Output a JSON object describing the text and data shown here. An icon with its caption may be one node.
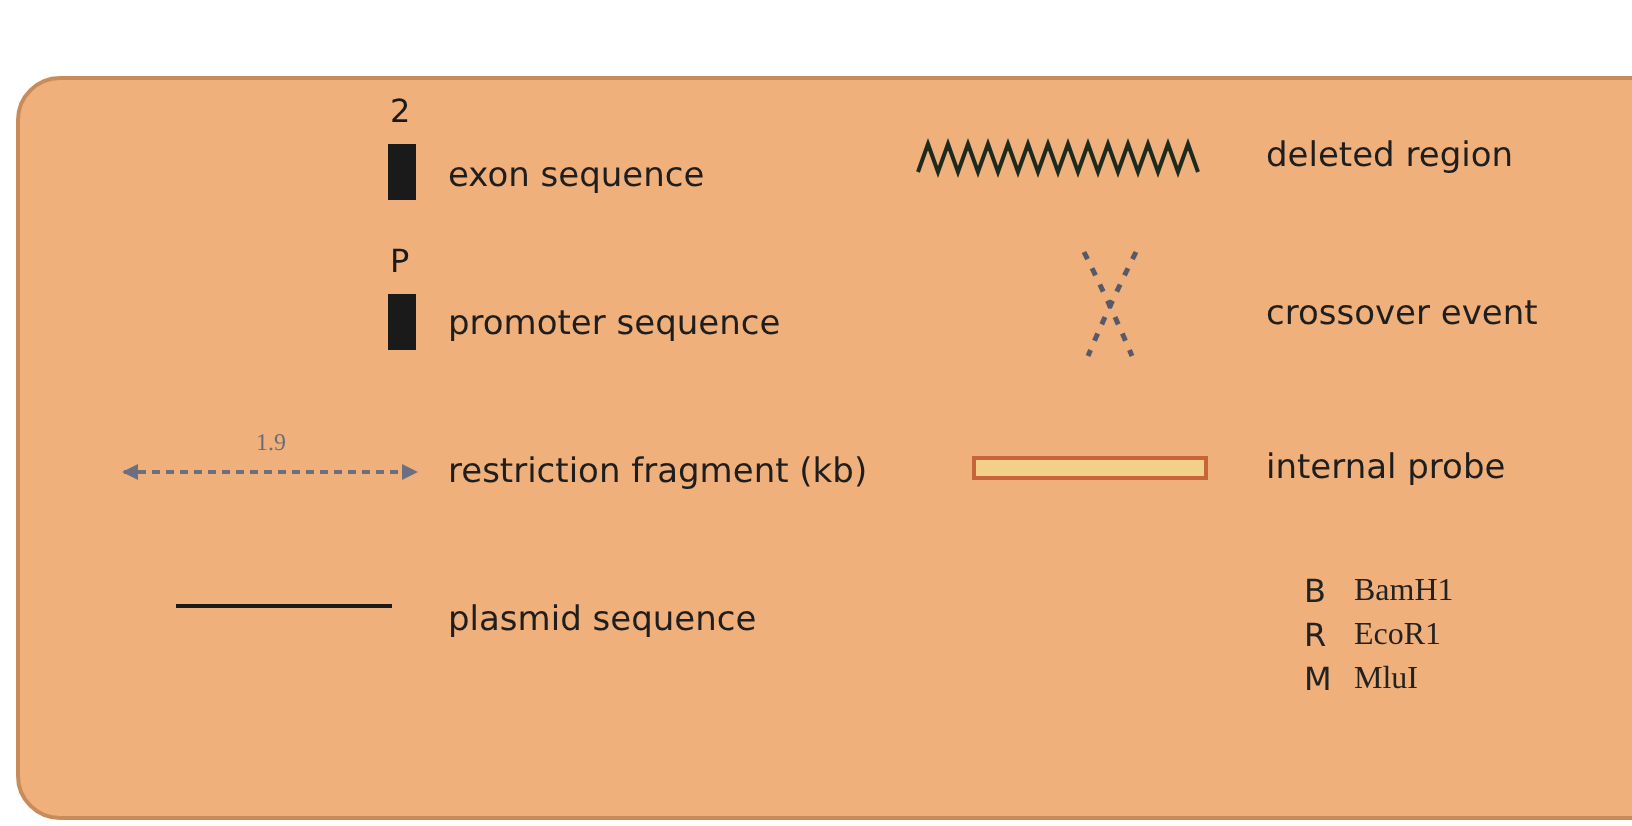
{
  "diagram": {
    "labels": [
      "2",
      "P",
      "1.9",
      "B",
      "BamH1",
      "R",
      "EcoR1",
      "M",
      "MluI"
    ],
    "legend": [
      {
        "text": "exon sequence"
      },
      {
        "text": "deleted region"
      },
      {
        "text": "promoter sequence"
      },
      {
        "text": "crossover event"
      },
      {
        "text": "restriction fragment (kb)"
      },
      {
        "text": "internal probe"
      },
      {
        "text": "plasmid sequence"
      }
    ]
  }
}
